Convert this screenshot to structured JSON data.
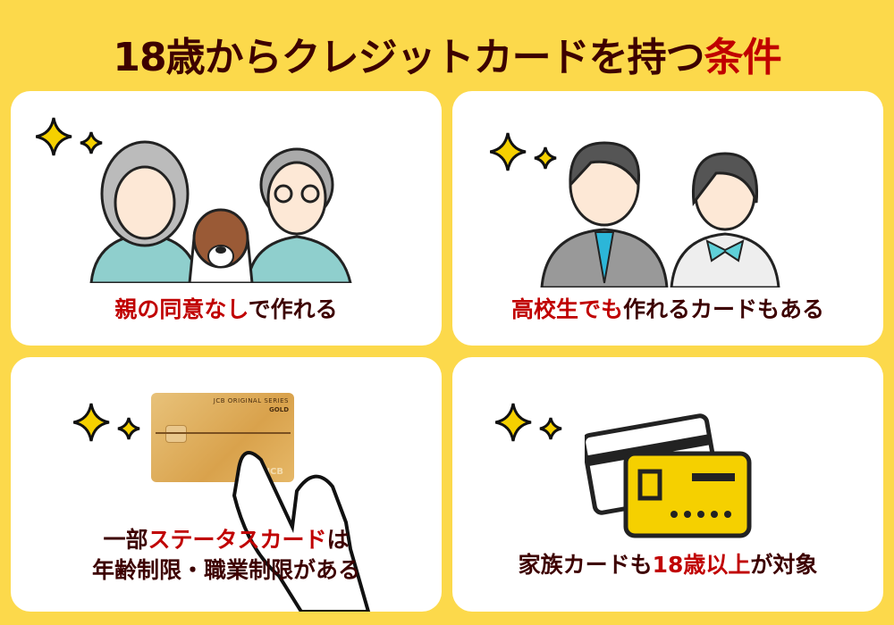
{
  "title": {
    "main": "18歳からクレジットカードを持つ",
    "highlight": "条件"
  },
  "cards": [
    {
      "caption_red": "親の同意なし",
      "caption_rest": "で作れる",
      "illustration": "elderly-couple-with-dog"
    },
    {
      "caption_red": "高校生でも",
      "caption_rest": "作れるカードもある",
      "illustration": "high-school-students"
    },
    {
      "caption_pre": "一部",
      "caption_red": "ステータスカード",
      "caption_post": "は",
      "caption_line2": "年齢制限・職業制限がある",
      "illustration": "gold-card-in-hand",
      "card_series": "JCB ORIGINAL SERIES",
      "card_grade": "GOLD",
      "card_brand": "JCB"
    },
    {
      "caption_pre": "家族カードも",
      "caption_red": "18歳以上",
      "caption_post": "が対象",
      "illustration": "credit-cards"
    }
  ],
  "colors": {
    "background": "#fcd94b",
    "text": "#3d0000",
    "accent": "#c00000"
  }
}
